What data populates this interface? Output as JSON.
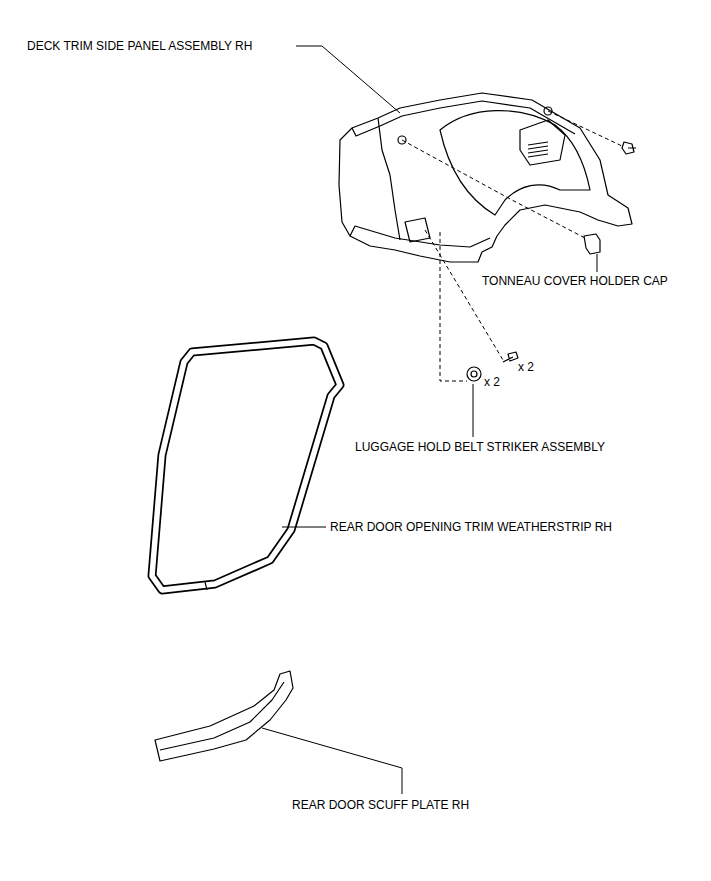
{
  "diagram": {
    "labels": [
      "DECK TRIM SIDE PANEL ASSEMBLY RH",
      "TONNEAU COVER HOLDER CAP",
      "x 2",
      "x 2",
      "LUGGAGE HOLD BELT STRIKER ASSEMBLY",
      "REAR DOOR OPENING TRIM WEATHERSTRIP RH",
      "REAR DOOR SCUFF PLATE RH"
    ]
  }
}
